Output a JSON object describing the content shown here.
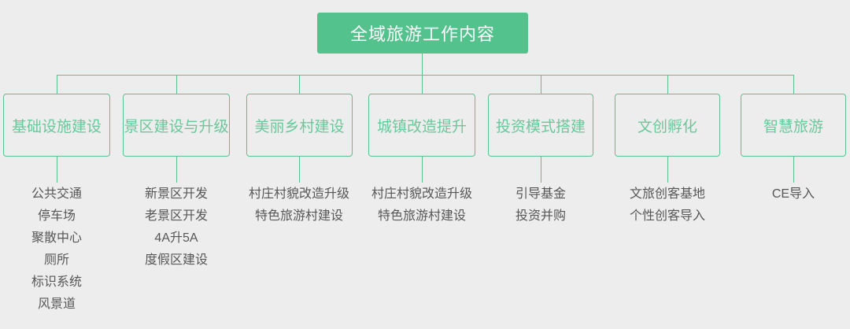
{
  "colors": {
    "background": "#ededed",
    "root_fill": "#53c28d",
    "root_text": "#fafdfb",
    "line_and_border_green": "#5cc08f",
    "branch_text_green": "#6cc79b",
    "leaf_text_gray": "#575757"
  },
  "root": {
    "label": "全域旅游工作内容"
  },
  "branches": [
    {
      "label": "基础设施建设",
      "items": [
        "公共交通",
        "停车场",
        "聚散中心",
        "厕所",
        "标识系统",
        "风景道"
      ]
    },
    {
      "label": "景区建设与升级",
      "items": [
        "新景区开发",
        "老景区开发",
        "4A升5A",
        "度假区建设"
      ]
    },
    {
      "label": "美丽乡村建设",
      "items": [
        "村庄村貌改造升级",
        "特色旅游村建设"
      ]
    },
    {
      "label": "城镇改造提升",
      "items": [
        "村庄村貌改造升级",
        "特色旅游村建设"
      ]
    },
    {
      "label": "投资模式搭建",
      "items": [
        "引导基金",
        "投资并购"
      ]
    },
    {
      "label": "文创孵化",
      "items": [
        "文旅创客基地",
        "个性创客导入"
      ]
    },
    {
      "label": "智慧旅游",
      "items": [
        "CE导入"
      ]
    }
  ]
}
